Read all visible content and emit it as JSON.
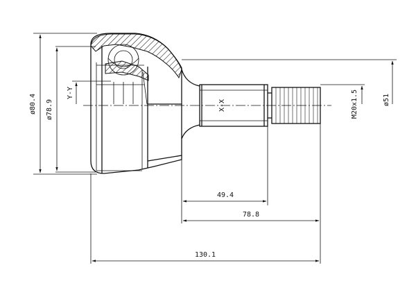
{
  "labels": {
    "outer_diameter": "ø80.4",
    "inner_diameter": "ø78.9",
    "seal_diameter": "ø51",
    "section_y": "Y-Y",
    "section_x": "X-X",
    "thread": "M20x1.5"
  },
  "dimensions": {
    "spline_length": "49.4",
    "shaft_length": "78.8",
    "overall_length": "130.1"
  }
}
